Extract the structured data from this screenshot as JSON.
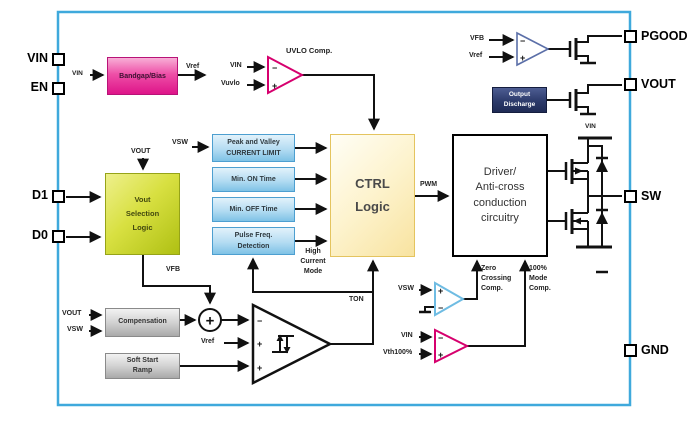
{
  "title": "DC-DC converter functional block diagram",
  "colors": {
    "chip_border": "#3fa9dc",
    "wire": "#111111",
    "bandgap_pink": "#de1489",
    "block_blue": "#7fc2e6",
    "block_green": "#c4d31d",
    "ctrl_yellow": "#f8e3a0",
    "navy": "#2c3a6b",
    "gray": "#c0c0c0",
    "comparator_pink": "#d6006e",
    "comparator_blue": "#6fbce3",
    "comparator_navy": "#5b6fa8"
  },
  "pins": {
    "left": [
      {
        "label": "VIN"
      },
      {
        "label": "EN"
      },
      {
        "label": "D1"
      },
      {
        "label": "D0"
      }
    ],
    "right": [
      {
        "label": "PGOOD"
      },
      {
        "label": "VOUT"
      },
      {
        "label": "SW"
      },
      {
        "label": "GND"
      }
    ]
  },
  "blocks": {
    "bandgap": "Bandgap/Bias",
    "peak_valley": "Peak and Valley\nCURRENT LIMIT",
    "min_on": "Min. ON Time",
    "min_off": "Min. OFF Time",
    "pulse_freq": "Pulse Freq.\nDetection",
    "vout_selection": "Vout\nSelection\nLogic",
    "ctrl_logic": "CTRL\nLogic",
    "driver": "Driver/\nAnti-cross\nconduction\ncircuitry",
    "output_discharge": "Output\nDischarge",
    "compensation": "Compensation",
    "soft_start": "Soft Start\nRamp"
  },
  "labels": {
    "vin_bandgap": "VIN",
    "vref_bandgap": "Vref",
    "vin_uvlo": "VIN",
    "vuvlo": "Vuvlo",
    "uvlo_comp": "UVLO Comp.",
    "vfb_pgood": "VFB",
    "vref_pgood": "Vref",
    "vin_rail": "VIN",
    "vout_sel_in": "VOUT",
    "vsw_peak": "VSW",
    "vfb_mid": "VFB",
    "pwm": "PWM",
    "high_current_mode": "High\nCurrent\nMode",
    "ton": "TON",
    "vsw_zc": "VSW",
    "zero_crossing": "Zero\nCrossing\nComp.",
    "mode_100": "100%\nMode\nComp.",
    "vin_100": "VIN",
    "vth100": "Vth100%",
    "vout_compensation": "VOUT",
    "vsw_compensation": "VSW",
    "vref_sum": "Vref"
  },
  "signs": {
    "plus": "+",
    "minus": "−"
  }
}
